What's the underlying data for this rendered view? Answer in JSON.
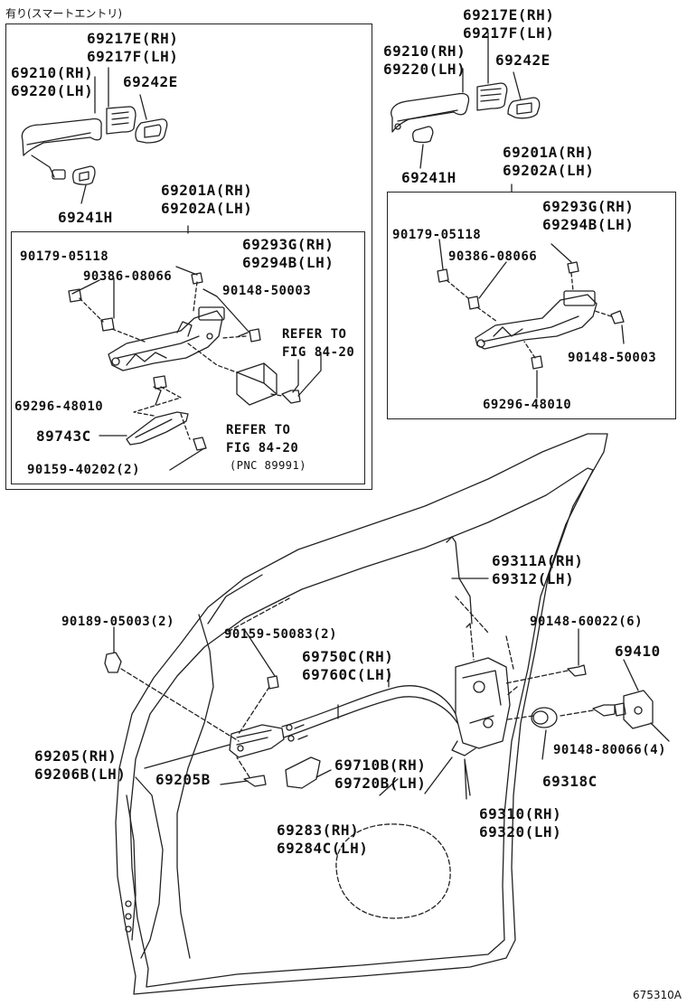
{
  "header": {
    "variant_note": "有り(スマートエントリ)"
  },
  "footer": {
    "figure_id": "675310A"
  },
  "inset_left": {
    "p69217": [
      "69217E(RH)",
      "69217F(LH)"
    ],
    "p69210": [
      "69210(RH)",
      "69220(LH)"
    ],
    "p69242": "69242E",
    "p69241": "69241H",
    "p69201": [
      "69201A(RH)",
      "69202A(LH)"
    ],
    "sub": {
      "p90179": "90179-05118",
      "p69293": [
        "69293G(RH)",
        "69294B(LH)"
      ],
      "p90386": "90386-08066",
      "p90148": "90148-50003",
      "refer1": [
        "REFER TO",
        "FIG 84-20"
      ],
      "p69296": "69296-48010",
      "p89743": "89743C",
      "refer2": [
        "REFER TO",
        "FIG 84-20",
        "(PNC 89991)"
      ],
      "p90159": "90159-40202(2)"
    }
  },
  "inset_right": {
    "p69217": [
      "69217E(RH)",
      "69217F(LH)"
    ],
    "p69210": [
      "69210(RH)",
      "69220(LH)"
    ],
    "p69242": "69242E",
    "p69241": "69241H",
    "p69201": [
      "69201A(RH)",
      "69202A(LH)"
    ],
    "sub": {
      "p90179": "90179-05118",
      "p69293": [
        "69293G(RH)",
        "69294B(LH)"
      ],
      "p90386": "90386-08066",
      "p90148": "90148-50003",
      "p69296": "69296-48010"
    }
  },
  "door": {
    "p69311": [
      "69311A(RH)",
      "69312(LH)"
    ],
    "p90189": "90189-05003(2)",
    "p90159": "90159-50083(2)",
    "p90148a": "90148-60022(6)",
    "p69410": "69410",
    "p69750": [
      "69750C(RH)",
      "69760C(LH)"
    ],
    "p69205": [
      "69205(RH)",
      "69206B(LH)"
    ],
    "p69205b": "69205B",
    "p69710": [
      "69710B(RH)",
      "69720B(LH)"
    ],
    "p90148b": "90148-80066(4)",
    "p69318": "69318C",
    "p69283": [
      "69283(RH)",
      "69284C(LH)"
    ],
    "p69310": [
      "69310(RH)",
      "69320(LH)"
    ]
  }
}
